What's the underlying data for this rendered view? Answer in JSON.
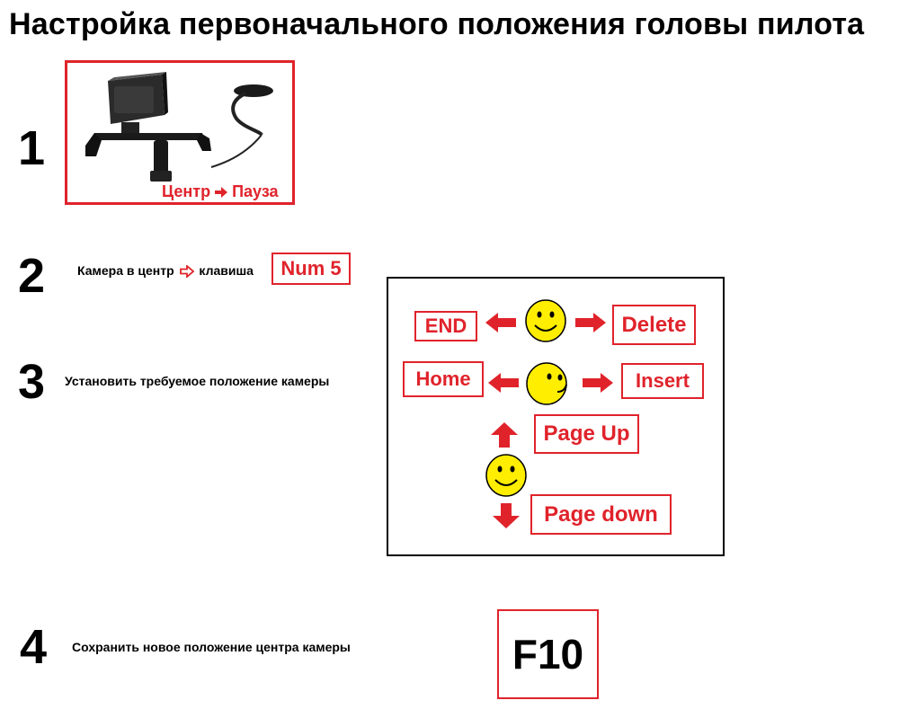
{
  "title": "Настройка первоначального положения головы пилота",
  "steps": [
    {
      "number": "1",
      "caption_left": "Центр",
      "caption_right": "Пауза"
    },
    {
      "number": "2",
      "text_a": "Камера  в центр",
      "text_b": "клавиша",
      "key": "Num 5"
    },
    {
      "number": "3",
      "text": "Установить требуемое положение камеры"
    },
    {
      "number": "4",
      "text": "Сохранить новое положение центра камеры",
      "key": "F10"
    }
  ],
  "diagram": {
    "end": "END",
    "delete": "Delete",
    "home": "Home",
    "insert": "Insert",
    "page_up": "Page Up",
    "page_down": "Page down"
  },
  "colors": {
    "accent": "#e0232b",
    "smiley": "#ffee00"
  },
  "icons": [
    "tracking-camera-device-icon",
    "arrow-right-icon",
    "arrow-left-icon",
    "arrow-up-icon",
    "arrow-down-icon",
    "smiley-face-icon"
  ]
}
